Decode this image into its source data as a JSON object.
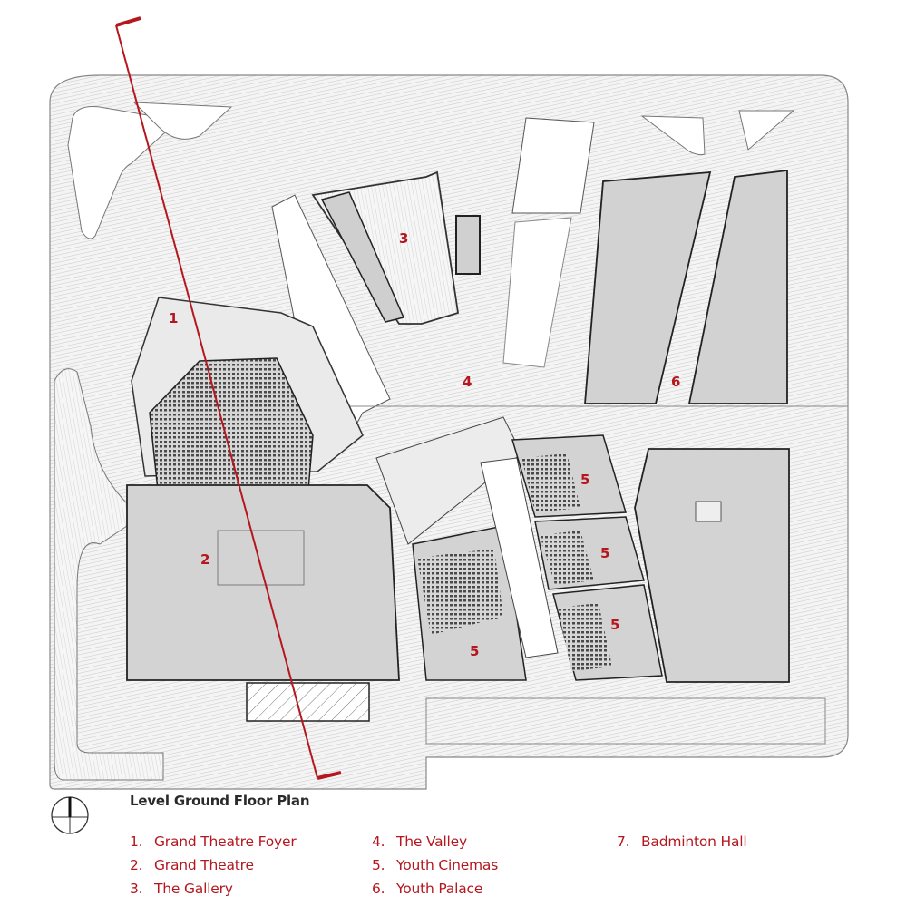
{
  "title": "Level Ground Floor Plan",
  "accent_color": "#b5171f",
  "plan_labels": [
    {
      "id": "1",
      "text": "1"
    },
    {
      "id": "2",
      "text": "2"
    },
    {
      "id": "3",
      "text": "3"
    },
    {
      "id": "4",
      "text": "4"
    },
    {
      "id": "5a",
      "text": "5"
    },
    {
      "id": "5b",
      "text": "5"
    },
    {
      "id": "5c",
      "text": "5"
    },
    {
      "id": "5d",
      "text": "5"
    },
    {
      "id": "6",
      "text": "6"
    }
  ],
  "legend": [
    {
      "num": "1.",
      "label": "Grand Theatre Foyer"
    },
    {
      "num": "2.",
      "label": "Grand Theatre"
    },
    {
      "num": "3.",
      "label": "The Gallery"
    },
    {
      "num": "4.",
      "label": "The Valley"
    },
    {
      "num": "5.",
      "label": "Youth Cinemas"
    },
    {
      "num": "6.",
      "label": "Youth Palace"
    },
    {
      "num": "7.",
      "label": "Badminton Hall"
    }
  ],
  "icons": {
    "north_arrow": "north-arrow-icon",
    "section_line": "section-cut-line"
  }
}
